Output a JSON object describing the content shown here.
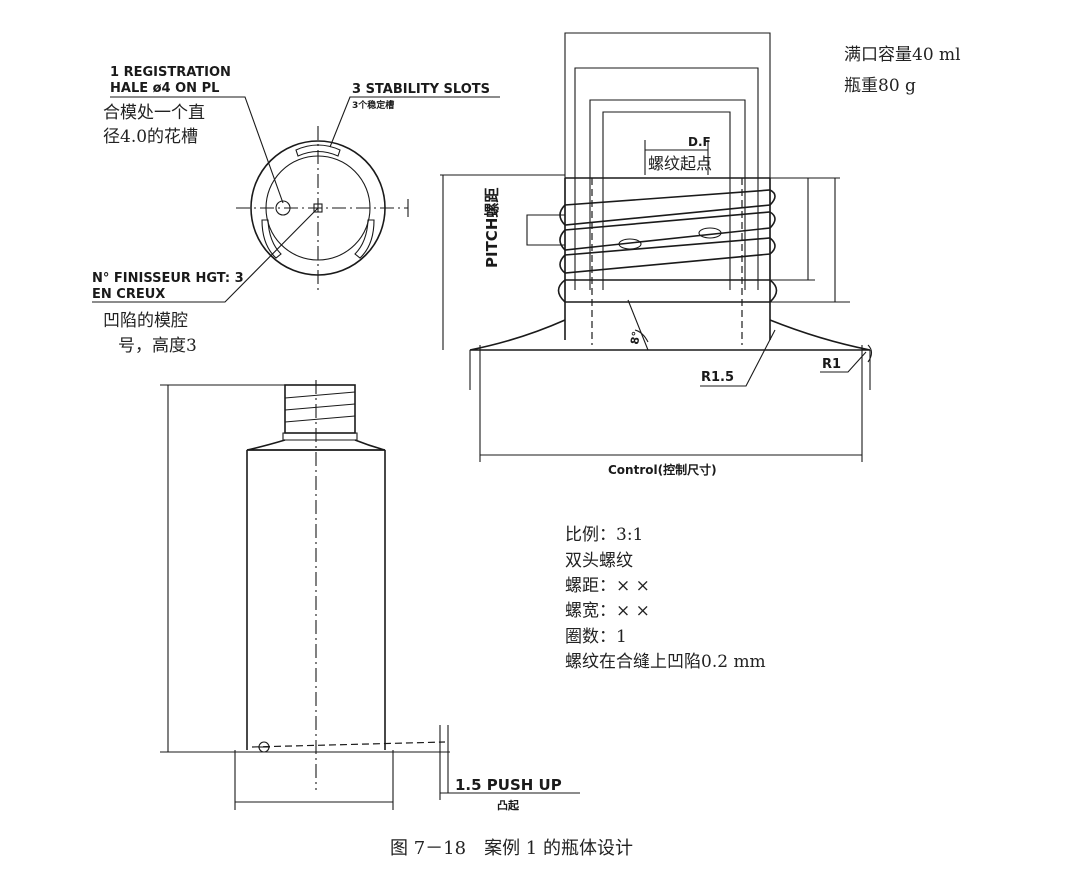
{
  "top_view": {
    "registration_en_1": "1 REGISTRATION",
    "registration_en_2": "HALE ø4 ON PL",
    "registration_cn_1": "合模处一个直",
    "registration_cn_2": "径4.0的花槽",
    "slots_en": "3 STABILITY SLOTS",
    "slots_cn": "3个稳定槽",
    "finisseur_en_1": "N° FINISSEUR HGT: 3",
    "finisseur_en_2": "EN CREUX",
    "finisseur_cn_1": "凹陷的模腔",
    "finisseur_cn_2": "号，高度3"
  },
  "neck_detail": {
    "df_label": "D.F",
    "thread_start_cn": "螺纹起点",
    "pitch_label": "PITCH螺距",
    "angle_label": "8°",
    "r15_label": "R1.5",
    "r1_label": "R1",
    "control_label": "Control(控制尺寸)"
  },
  "specs": {
    "capacity": "满口容量40 ml",
    "weight": "瓶重80 g"
  },
  "notes": {
    "scale": "比例：3:1",
    "thread_type": "双头螺纹",
    "pitch": "螺距：× ×",
    "width": "螺宽：× ×",
    "turns": "圈数：1",
    "recess": "螺纹在合缝上凹陷0.2 mm"
  },
  "bottle": {
    "push_up_label": "1.5 PUSH UP",
    "push_up_cn": "凸起"
  },
  "caption": "图 7－18　案例 1 的瓶体设计"
}
